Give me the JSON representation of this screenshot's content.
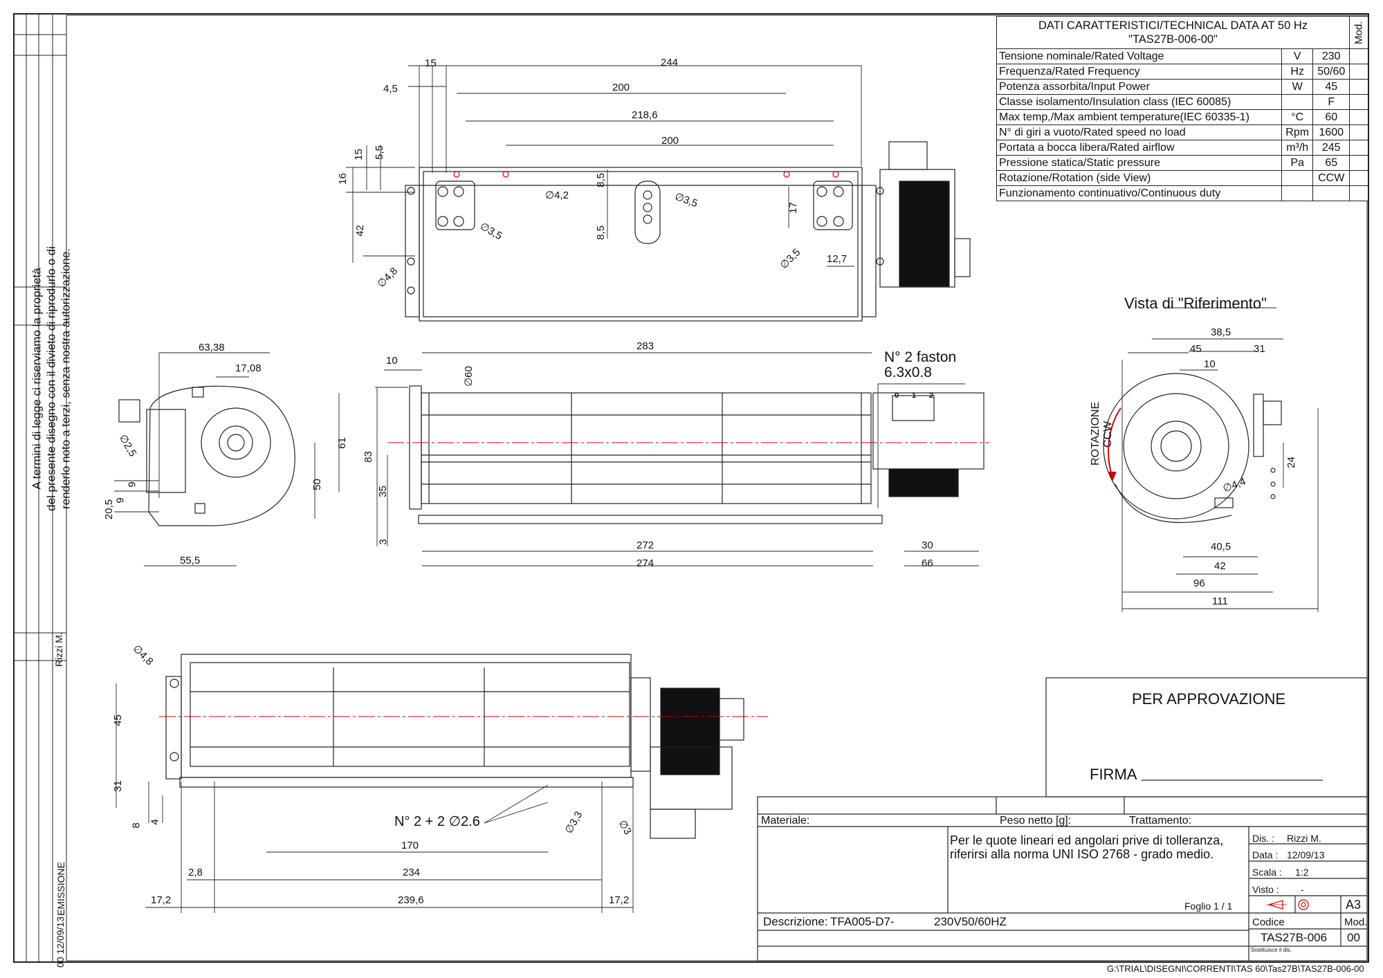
{
  "technical_data": {
    "title_line1": "DATI CARATTERISTICI/TECHNICAL DATA AT 50 Hz",
    "title_line2": "\"TAS27B-006-00\"",
    "mod_label": "Mod.",
    "rows": [
      {
        "label": "Tensione  nominale/Rated Voltage",
        "unit": "V",
        "value": "230"
      },
      {
        "label": "Frequenza/Rated Frequency",
        "unit": "Hz",
        "value": "50/60"
      },
      {
        "label": "Potenza assorbita/Input Power",
        "unit": "W",
        "value": "45"
      },
      {
        "label": "Classe isolamento/Insulation class (IEC 60085)",
        "unit": "",
        "value": "F"
      },
      {
        "label": "Max temp,/Max ambient temperature(IEC 60335-1)",
        "unit": "°C",
        "value": "60"
      },
      {
        "label": "N° di giri a vuoto/Rated speed no load",
        "unit": "Rpm",
        "value": "1600"
      },
      {
        "label": "Portata a bocca libera/Rated airflow",
        "unit": "m³/h",
        "value": "245"
      },
      {
        "label": "Pressione statica/Static pressure",
        "unit": "Pa",
        "value": "65"
      },
      {
        "label": "Rotazione/Rotation (side View)",
        "unit": "",
        "value": "CCW"
      },
      {
        "label": "Funzionamento continuativo/Continuous duty",
        "unit": "",
        "value": ""
      }
    ]
  },
  "side_notice": {
    "line1": "A termini di legge ci riserviamo la proprietà",
    "line2": "del presente disegno con il divieto di riprodurlo o di",
    "line3": "renderlo noto a terzi, senza nostra autorizzazione."
  },
  "revision_strip": {
    "author": "Rizzi M.",
    "emission": "EMISSIONE",
    "date": "00 12/09/13"
  },
  "views": {
    "top_view": {
      "dims": [
        "15",
        "244",
        "4,5",
        "200",
        "218,6",
        "200",
        "15",
        "5,5",
        "16",
        "8,5",
        "8,5",
        "42",
        "17",
        "12,7"
      ],
      "diameters": [
        "∅4,2",
        "∅3,5",
        "∅3,5",
        "∅3,5",
        "∅4,8"
      ]
    },
    "front_view": {
      "dims": [
        "283",
        "10",
        "83",
        "35",
        "3",
        "272",
        "274",
        "30",
        "66"
      ],
      "diameter": "∅60",
      "faston_line1": "N° 2 faston",
      "faston_line2": "6.3x0.8",
      "terminals": [
        "0",
        "1",
        "2"
      ]
    },
    "left_view": {
      "dims": [
        "63,38",
        "17,08",
        "61",
        "50",
        "9",
        "9",
        "20,5",
        "55,5"
      ],
      "diameter": "∅2,5"
    },
    "reference_view": {
      "title": "Vista di \"Riferimento\"",
      "rotation_line1": "ROTAZIONE",
      "rotation_line2": "CCW",
      "dims": [
        "38,5",
        "45",
        "31",
        "10",
        "24",
        "40,5",
        "42",
        "96",
        "111"
      ],
      "diameter": "∅4,4"
    },
    "bottom_view": {
      "dims": [
        "45",
        "31",
        "8",
        "4",
        "170",
        "2,8",
        "234",
        "17,2",
        "239,6",
        "17,2"
      ],
      "holes_note": "N° 2 + 2  ∅2.6",
      "diameters": [
        "∅4,8",
        "∅3,3",
        "∅3"
      ]
    }
  },
  "approval": {
    "title": "PER APPROVAZIONE",
    "firma": "FIRMA"
  },
  "title_block": {
    "materiale": "Materiale:",
    "peso": "Peso netto [g]:",
    "trattamento": "Trattamento:",
    "tolerance_line1": "Per le quote lineari ed angolari prive di tolleranza,",
    "tolerance_line2": "riferirsi alla norma UNI ISO 2768 - grado medio.",
    "dis_label": "Dis. :",
    "dis_value": "Rizzi M.",
    "data_label": "Data :",
    "data_value": "12/09/13",
    "scala_label": "Scala :",
    "scala_value": "1:2",
    "visto_label": "Visto :",
    "visto_value": "-",
    "foglio": "Foglio 1 /  1",
    "format": "A3",
    "descrizione_label": "Descrizione:",
    "descrizione_value": "TFA005-D7-",
    "voltage": "230V50/60HZ",
    "codice_label": "Codice",
    "codice_value": "TAS27B-006",
    "mod_label": "Mod.",
    "mod_value": "00",
    "sostituisce": "Sostituisce il dis."
  },
  "file_path": "G:\\TRIAL\\DISEGNI\\CORRENTI\\TAS 60\\Tas27B\\TAS27B-006-00"
}
